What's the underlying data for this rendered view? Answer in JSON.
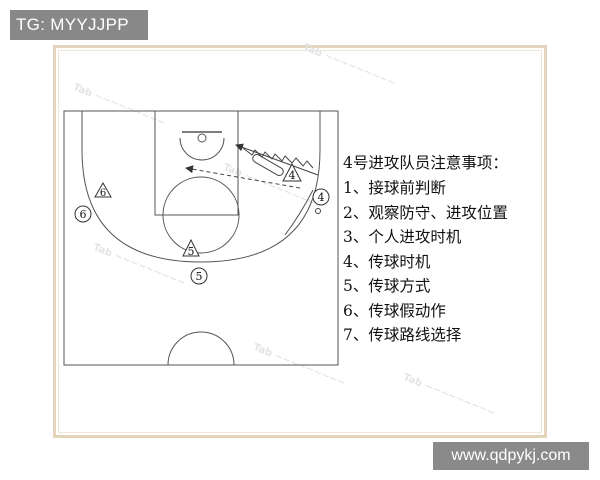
{
  "top_tag": "TG: MYYJJPP",
  "watermark_url": "www.qdpykj.com",
  "colors": {
    "frame": "#e3d4bb",
    "lines": "#555555",
    "tag_bg": "#888888"
  },
  "court": {
    "players": {
      "p4_triangle": "4",
      "p4_circle": "4",
      "p6_triangle": "6",
      "p6_circle": "6",
      "p5_triangle": "5",
      "p5_circle": "5"
    }
  },
  "notes": {
    "title": "4号进攻队员注意事项：",
    "items": [
      "1、接球前判断",
      "2、观察防守、进攻位置",
      "3、个人进攻时机",
      "4、传球时机",
      "5、传球方式",
      "6、传球假动作",
      "7、传球路线选择"
    ]
  }
}
